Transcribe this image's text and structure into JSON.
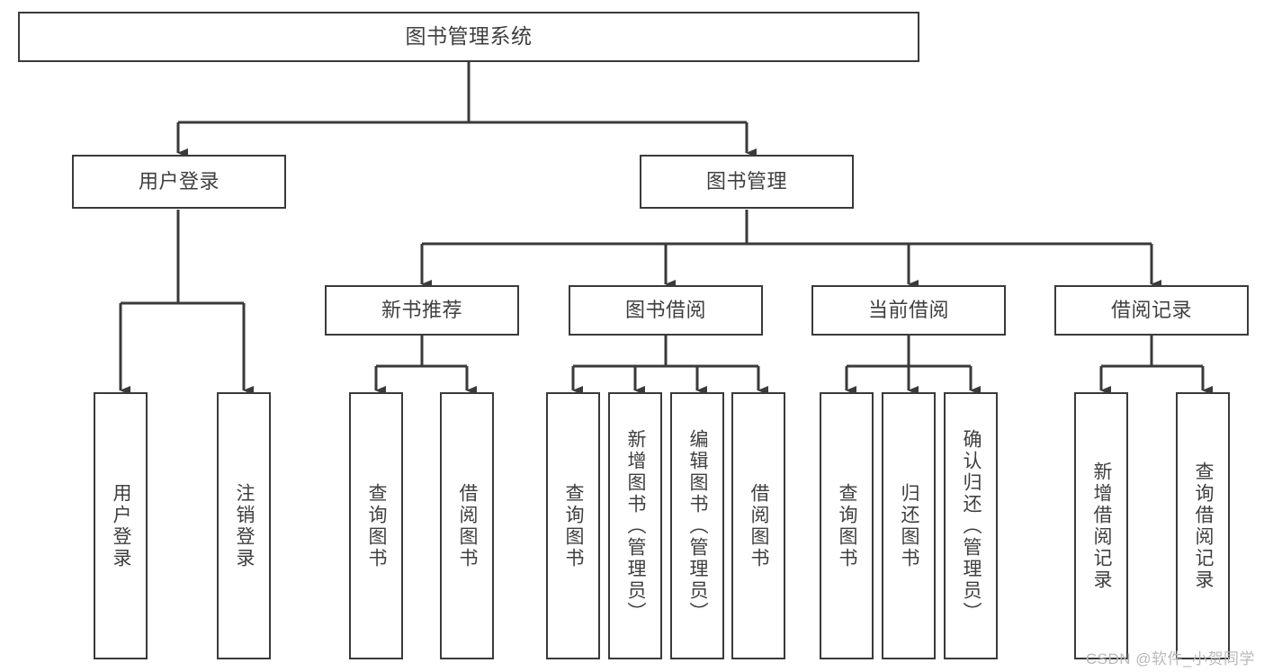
{
  "diagram": {
    "type": "hierarchy-tree",
    "title": "图书管理系统",
    "colors": {
      "stroke": "#3a3a3a",
      "text": "#3f3f3f",
      "background": "#ffffff",
      "watermark": "#b9b9b9"
    },
    "root": {
      "label": "图书管理系统",
      "orientation": "horizontal"
    },
    "level2": [
      {
        "label": "用户登录",
        "orientation": "horizontal"
      },
      {
        "label": "图书管理",
        "orientation": "horizontal"
      }
    ],
    "level3": [
      {
        "label": "新书推荐",
        "orientation": "horizontal"
      },
      {
        "label": "图书借阅",
        "orientation": "horizontal"
      },
      {
        "label": "当前借阅",
        "orientation": "horizontal"
      },
      {
        "label": "借阅记录",
        "orientation": "horizontal"
      }
    ],
    "leaves": {
      "user_login": [
        {
          "label": "用户登录",
          "orientation": "vertical"
        },
        {
          "label": "注销登录",
          "orientation": "vertical"
        }
      ],
      "new_book_recommend": [
        {
          "label": "查询图书",
          "orientation": "vertical"
        },
        {
          "label": "借阅图书",
          "orientation": "vertical"
        }
      ],
      "book_borrow": [
        {
          "label": "查询图书",
          "orientation": "vertical"
        },
        {
          "label": "新增图书（管理员）",
          "orientation": "vertical"
        },
        {
          "label": "编辑图书（管理员）",
          "orientation": "vertical"
        },
        {
          "label": "借阅图书",
          "orientation": "vertical"
        }
      ],
      "current_borrow": [
        {
          "label": "查询图书",
          "orientation": "vertical"
        },
        {
          "label": "归还图书",
          "orientation": "vertical"
        },
        {
          "label": "确认归还（管理员）",
          "orientation": "vertical"
        }
      ],
      "borrow_record": [
        {
          "label": "新增借阅记录",
          "orientation": "vertical"
        },
        {
          "label": "查询借阅记录",
          "orientation": "vertical"
        }
      ]
    },
    "watermark": "CSDN @软件_小贺同学"
  }
}
